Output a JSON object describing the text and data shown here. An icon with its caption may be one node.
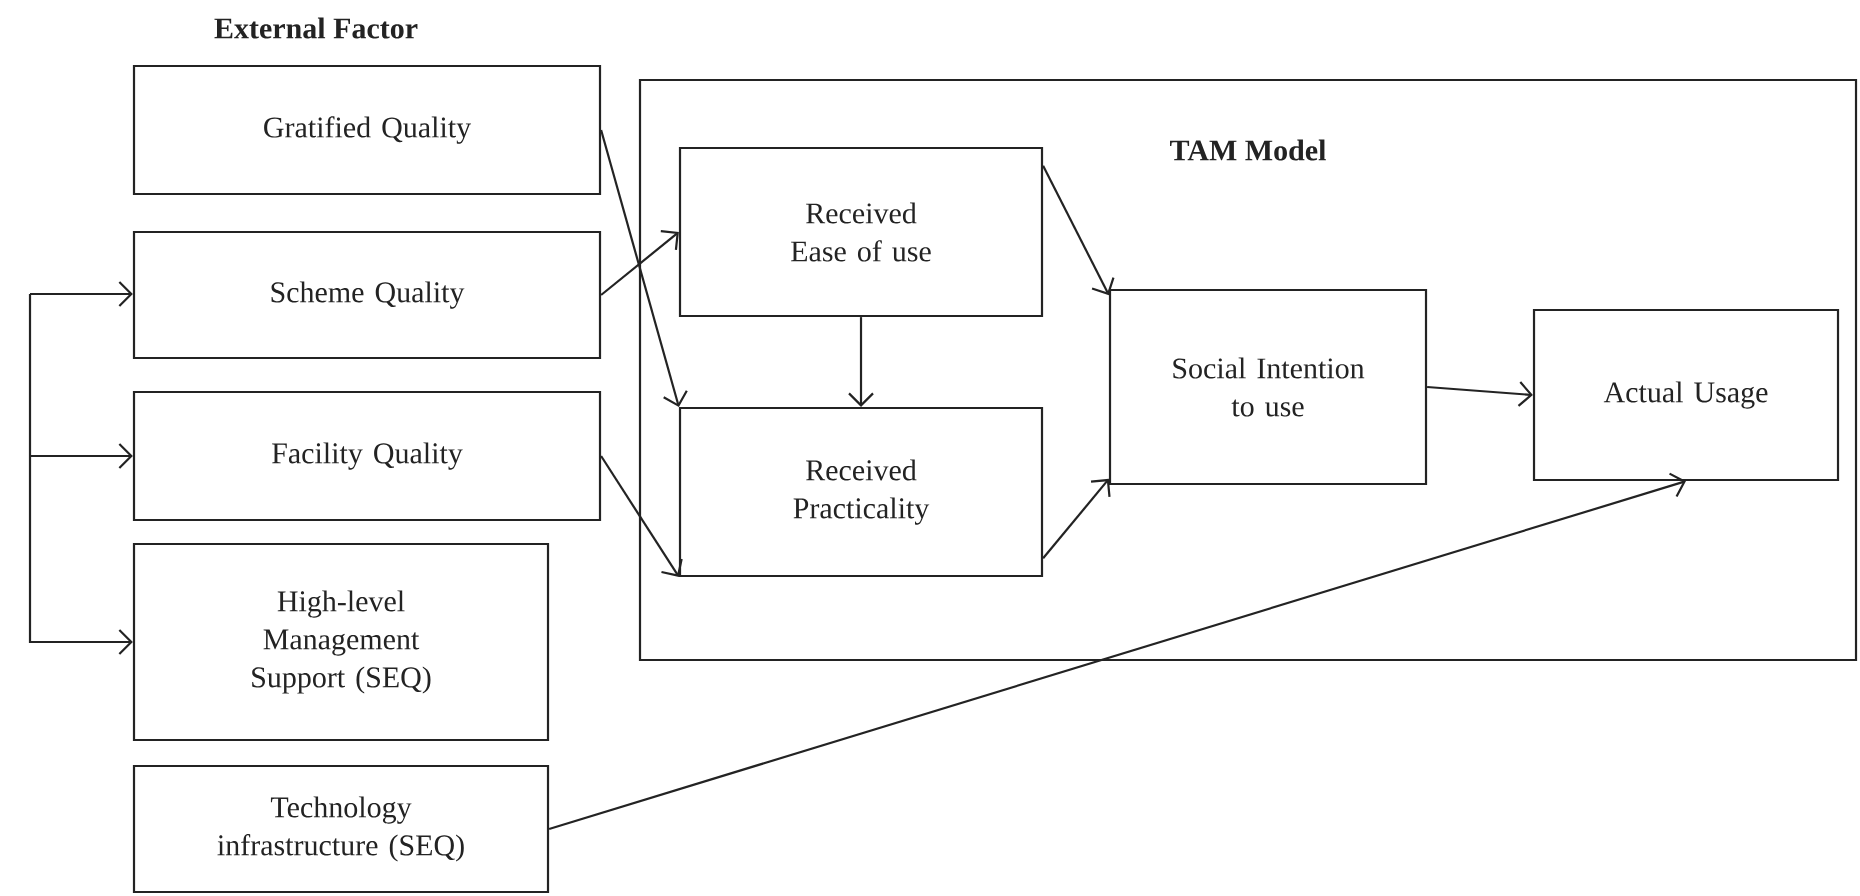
{
  "diagram": {
    "nodes": [
      {
        "text": [
          "Gratified Quality"
        ]
      },
      {
        "text": [
          "Scheme Quality"
        ]
      },
      {
        "text": [
          "Facility Quality"
        ]
      },
      {
        "text": [
          "High-level Management Support (SEQ)"
        ]
      },
      {
        "text": [
          "Technology infrastructure (SEQ)"
        ]
      },
      {
        "text": [
          "TAM Model"
        ]
      },
      {
        "text": [
          "Received Ease of use"
        ],
        "in": 5
      },
      {
        "text": [
          "Received Practicality"
        ],
        "in": 5
      },
      {
        "text": [
          "Social Intention to use"
        ],
        "in": 5
      },
      {
        "text": [
          "Actual Usage"
        ],
        "in": 5
      }
    ],
    "edges": [
      {
        "from": 0,
        "to": 7,
        "arrow": "to"
      },
      {
        "from": 1,
        "to": 6,
        "arrow": "to"
      },
      {
        "from": 2,
        "to": 7,
        "arrow": "to"
      },
      {
        "from": 6,
        "to": 7,
        "arrow": "to"
      },
      {
        "from": 6,
        "to": 8,
        "arrow": "to"
      },
      {
        "from": 7,
        "to": 8,
        "arrow": "to"
      },
      {
        "from": 8,
        "to": 9,
        "arrow": "to"
      },
      {
        "from": 4,
        "to": 9,
        "arrow": "to"
      },
      {
        "from": null,
        "to": 1,
        "arrow": "to"
      },
      {
        "from": null,
        "to": 2,
        "arrow": "to"
      },
      {
        "from": null,
        "to": 3,
        "arrow": "to"
      }
    ],
    "labels": [
      "External Factor"
    ]
  }
}
